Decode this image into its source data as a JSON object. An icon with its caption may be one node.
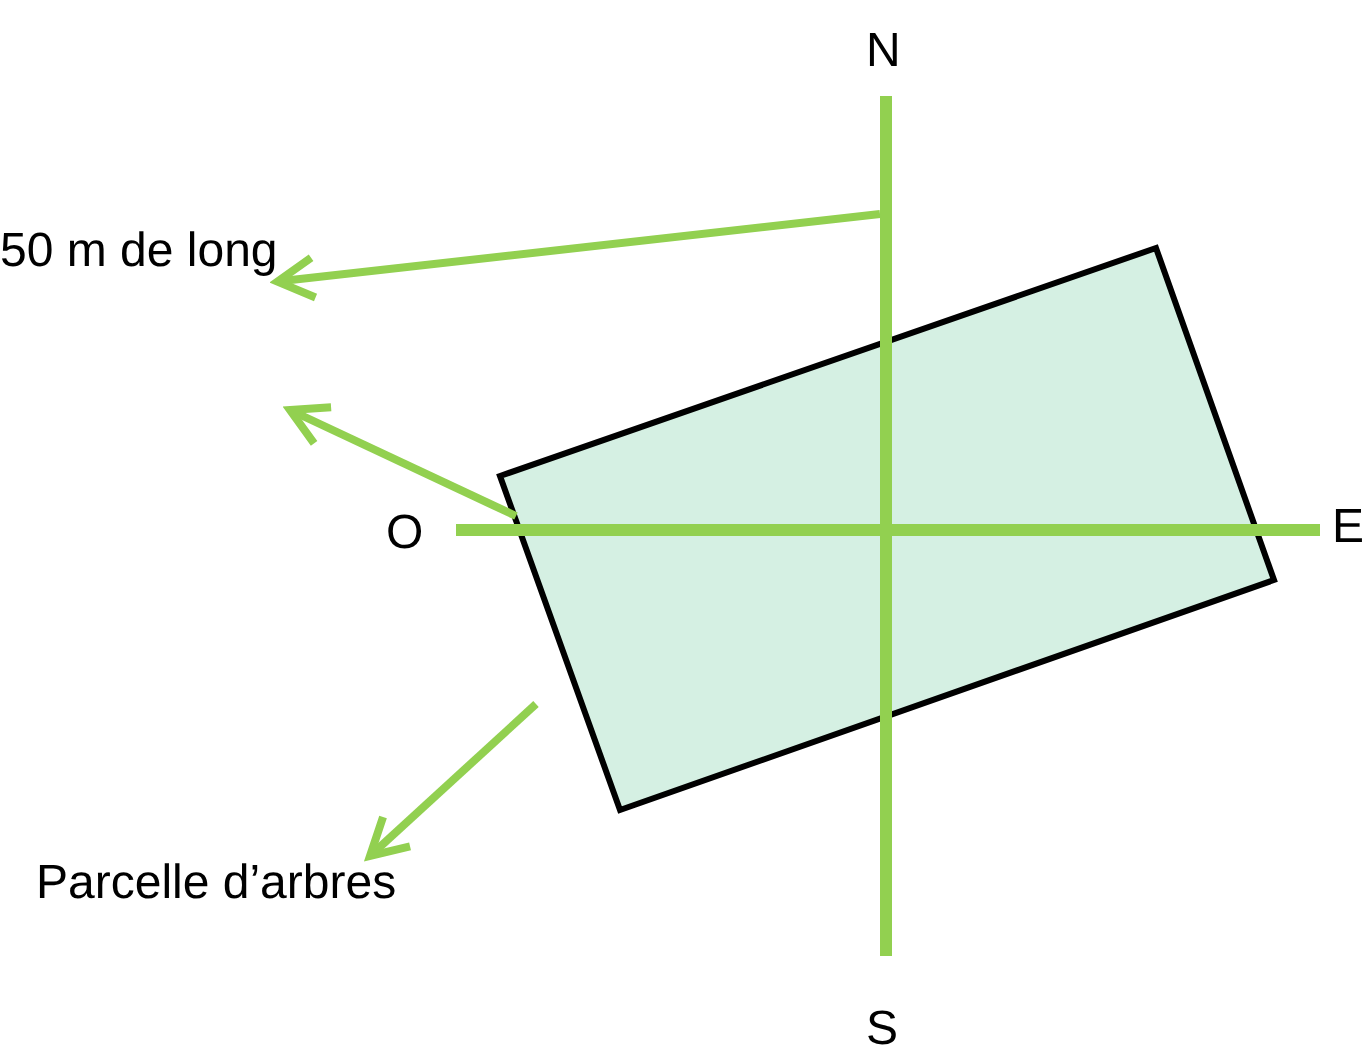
{
  "diagram": {
    "nodes": [
      {
        "text": [],
        "shape": "box"
      },
      {
        "text": [
          "50 m de long"
        ]
      },
      {
        "text": [
          "Parcelle d’arbres"
        ]
      }
    ],
    "edges": [
      {
        "from": null,
        "to": 1,
        "arrow": "to"
      },
      {
        "from": 0,
        "to": null,
        "arrow": "to"
      },
      {
        "from": null,
        "to": 2,
        "arrow": "to"
      }
    ],
    "labels": [
      "N",
      "O",
      "E",
      "S"
    ]
  }
}
